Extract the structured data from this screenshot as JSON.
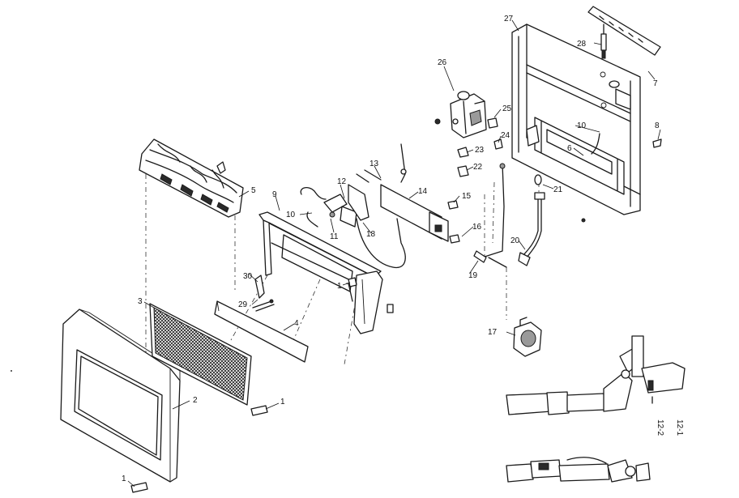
{
  "labels": {
    "l1a": "1",
    "l1b": "1",
    "l1c": "1",
    "l2": "2",
    "l3": "3",
    "l4": "4",
    "l5": "5",
    "l6": "6",
    "l7": "7",
    "l8": "8",
    "l9": "9",
    "l10a": "10",
    "l10b": "10",
    "l11": "11",
    "l12": "12",
    "l13": "13",
    "l14": "14",
    "l15": "15",
    "l16": "16",
    "l17": "17",
    "l18": "18",
    "l19": "19",
    "l20": "20",
    "l21": "21",
    "l22": "22",
    "l23": "23",
    "l24": "24",
    "l25": "25",
    "l26": "26",
    "l27": "27",
    "l28": "28",
    "l29": "29",
    "l30": "30",
    "l121": "12-1",
    "l122": "12-2"
  }
}
